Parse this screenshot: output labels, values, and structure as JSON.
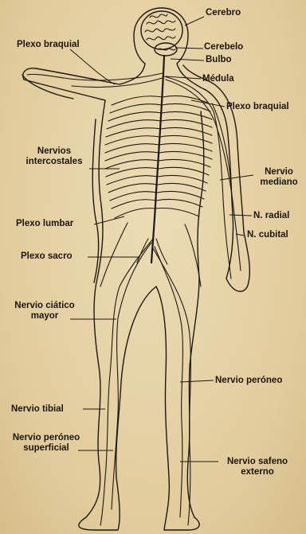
{
  "labels": {
    "cerebro": "Cerebro",
    "cerebelo": "Cerebelo",
    "bulbo": "Bulbo",
    "medula": "Médula",
    "plexo_braquial_left": "Plexo braquial",
    "plexo_braquial_right": "Plexo braquial",
    "nervios_intercostales_l1": "Nervios",
    "nervios_intercostales_l2": "intercostales",
    "nervio_mediano_l1": "Nervio",
    "nervio_mediano_l2": "mediano",
    "n_radial": "N. radial",
    "n_cubital": "N. cubital",
    "plexo_lumbar": "Plexo lumbar",
    "plexo_sacro": "Plexo sacro",
    "nervio_ciatico_l1": "Nervio ciático",
    "nervio_ciatico_l2": "mayor",
    "nervio_peroneo": "Nervio peróneo",
    "nervio_tibial": "Nervio tibial",
    "nervio_peroneo_sup_l1": "Nervio peróneo",
    "nervio_peroneo_sup_l2": "superficial",
    "nervio_safeno_l1": "Nervio safeno",
    "nervio_safeno_l2": "externo"
  },
  "colors": {
    "paper": "#e3cfa2",
    "ink": "#1f1812"
  }
}
